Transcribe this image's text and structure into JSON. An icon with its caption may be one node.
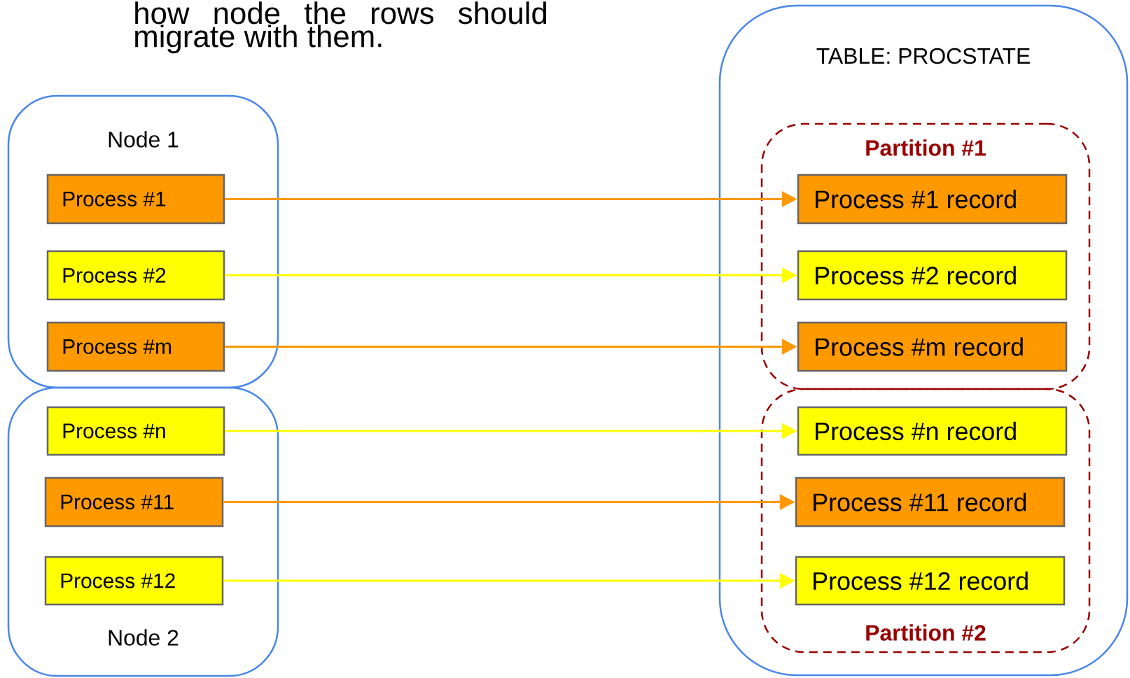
{
  "diagram": {
    "nodes": [
      {
        "text": [
          "Node 1"
        ]
      },
      {
        "text": [
          "Process #1"
        ],
        "in": 0
      },
      {
        "text": [
          "Process #2"
        ],
        "in": 0
      },
      {
        "text": [
          "Process #m"
        ],
        "in": 0
      },
      {
        "text": [
          "Node 2"
        ]
      },
      {
        "text": [
          "Process #n"
        ],
        "in": 4
      },
      {
        "text": [
          "Process #11"
        ],
        "in": 4
      },
      {
        "text": [
          "Process #12"
        ],
        "in": 4
      },
      {
        "text": [
          "TABLE: PROCSTATE"
        ]
      },
      {
        "text": [
          "Partition #1"
        ],
        "in": 8
      },
      {
        "text": [
          "Process #1 record"
        ],
        "in": 9
      },
      {
        "text": [
          "Process #2 record"
        ],
        "in": 9
      },
      {
        "text": [
          "Process #m record"
        ],
        "in": 9
      },
      {
        "text": [
          "Partition #2"
        ],
        "in": 8
      },
      {
        "text": [
          "Process #n record"
        ],
        "in": 13
      },
      {
        "text": [
          "Process #11 record"
        ],
        "in": 13
      },
      {
        "text": [
          "Process #12 record"
        ],
        "in": 13
      }
    ],
    "edges": [
      {
        "from": 1,
        "to": 10,
        "arrow": "to",
        "color": "#ff9900"
      },
      {
        "from": 2,
        "to": 11,
        "arrow": "to",
        "color": "#ffff00"
      },
      {
        "from": 3,
        "to": 12,
        "arrow": "to",
        "color": "#ff9900"
      },
      {
        "from": 5,
        "to": 14,
        "arrow": "to",
        "color": "#ffff00"
      },
      {
        "from": 6,
        "to": 15,
        "arrow": "to",
        "color": "#ff9900"
      },
      {
        "from": 7,
        "to": 16,
        "arrow": "to",
        "color": "#ffff00"
      }
    ],
    "labels": [
      "how node the rows should migrate with them."
    ]
  }
}
